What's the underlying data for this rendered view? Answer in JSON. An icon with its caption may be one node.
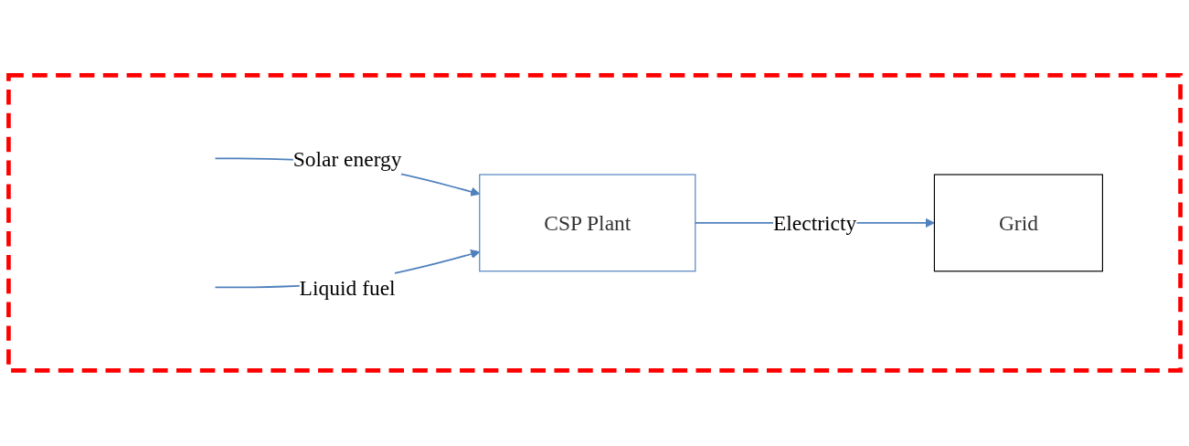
{
  "diagram": {
    "nodes": [
      {
        "text": [],
        "shape": "box"
      },
      {
        "text": [
          "CSP Plant"
        ],
        "in": 0
      },
      {
        "text": [
          "Grid"
        ],
        "in": 0
      }
    ],
    "edges": [
      {
        "from": null,
        "to": 1,
        "arrow": "to",
        "label": "Solar energy"
      },
      {
        "from": null,
        "to": 1,
        "arrow": "to",
        "label": "Liquid fuel"
      },
      {
        "from": 1,
        "to": 2,
        "arrow": "to",
        "label": "Electricty"
      }
    ]
  }
}
